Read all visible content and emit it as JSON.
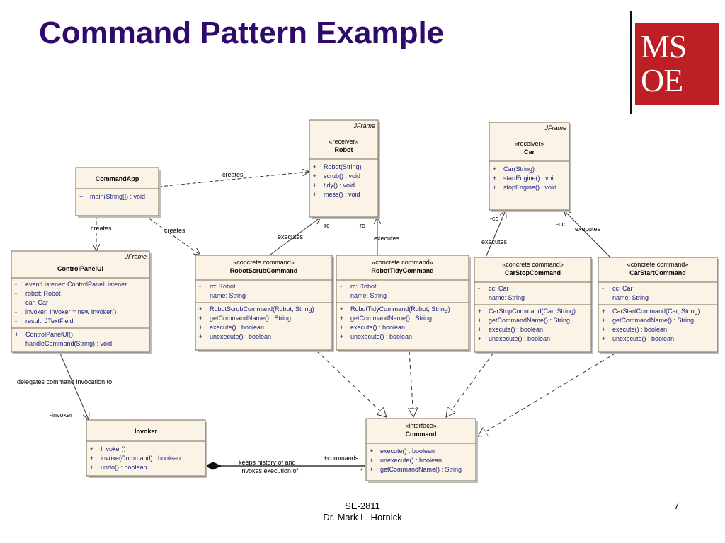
{
  "title": "Command Pattern Example",
  "logo": {
    "line1": "MS",
    "line2": "OE",
    "color": "#bd1f24"
  },
  "colors": {
    "title": "#2e0a6b",
    "box_fill": "#faf3e6",
    "box_border": "#7a6a55",
    "member_text": "#1a237e"
  },
  "classes": [
    {
      "key": "robot",
      "stereotype": "JFrame",
      "label": "«receiver»",
      "name": "Robot",
      "fields": [],
      "methods": [
        {
          "vis": "+",
          "text": "Robot(String)"
        },
        {
          "vis": "+",
          "text": "scrub() : void"
        },
        {
          "vis": "+",
          "text": "tidy() : void"
        },
        {
          "vis": "+",
          "text": "mess() : void"
        }
      ]
    },
    {
      "key": "car",
      "stereotype": "JFrame",
      "label": "«receiver»",
      "name": "Car",
      "fields": [],
      "methods": [
        {
          "vis": "+",
          "text": "Car(String)"
        },
        {
          "vis": "+",
          "text": "startEngine() : void"
        },
        {
          "vis": "+",
          "text": "stopEngine() : void"
        }
      ]
    },
    {
      "key": "commandapp",
      "stereotype": "",
      "label": "",
      "name": "CommandApp",
      "fields": [],
      "methods": [
        {
          "vis": "+",
          "text": "main(String[]) : void"
        }
      ]
    },
    {
      "key": "controlpanel",
      "stereotype": "JFrame",
      "label": "",
      "name": "ControlPanelUI",
      "fields": [
        {
          "vis": "-",
          "text": "eventListener:  ControlPanelListener"
        },
        {
          "vis": "-",
          "text": "robot:  Robot"
        },
        {
          "vis": "-",
          "text": "car:  Car"
        },
        {
          "vis": "-",
          "text": "invoker:  Invoker = new Invoker()"
        },
        {
          "vis": "-",
          "text": "result:  JTextField"
        }
      ],
      "methods": [
        {
          "vis": "+",
          "text": "ControlPanelUI()"
        },
        {
          "vis": "-",
          "text": "handleCommand(String) : void"
        }
      ]
    },
    {
      "key": "robotscrub",
      "stereotype": "",
      "label": "«concrete command»",
      "name": "RobotScrubCommand",
      "fields": [
        {
          "vis": "-",
          "text": "rc:  Robot"
        },
        {
          "vis": "-",
          "text": "name:  String"
        }
      ],
      "methods": [
        {
          "vis": "+",
          "text": "RobotScrubCommand(Robot, String)"
        },
        {
          "vis": "+",
          "text": "getCommandName() : String"
        },
        {
          "vis": "+",
          "text": "execute() : boolean"
        },
        {
          "vis": "+",
          "text": "unexecute() : boolean"
        }
      ]
    },
    {
      "key": "robottidy",
      "stereotype": "",
      "label": "«concrete command»",
      "name": "RobotTidyCommand",
      "fields": [
        {
          "vis": "-",
          "text": "rc:  Robot"
        },
        {
          "vis": "-",
          "text": "name:  String"
        }
      ],
      "methods": [
        {
          "vis": "+",
          "text": "RobotTidyCommand(Robot, String)"
        },
        {
          "vis": "+",
          "text": "getCommandName() : String"
        },
        {
          "vis": "+",
          "text": "execute() : boolean"
        },
        {
          "vis": "+",
          "text": "unexecute() : boolean"
        }
      ]
    },
    {
      "key": "carstop",
      "stereotype": "",
      "label": "«concrete command»",
      "name": "CarStopCommand",
      "fields": [
        {
          "vis": "-",
          "text": "cc:  Car"
        },
        {
          "vis": "-",
          "text": "name:  String"
        }
      ],
      "methods": [
        {
          "vis": "+",
          "text": "CarStopCommand(Car, String)"
        },
        {
          "vis": "+",
          "text": "getCommandName() : String"
        },
        {
          "vis": "+",
          "text": "execute() : boolean"
        },
        {
          "vis": "+",
          "text": "unexecute() : boolean"
        }
      ]
    },
    {
      "key": "carstart",
      "stereotype": "",
      "label": "«concrete command»",
      "name": "CarStartCommand",
      "fields": [
        {
          "vis": "-",
          "text": "cc:  Car"
        },
        {
          "vis": "-",
          "text": "name:  String"
        }
      ],
      "methods": [
        {
          "vis": "+",
          "text": "CarStartCommand(Car, String)"
        },
        {
          "vis": "+",
          "text": "getCommandName() : String"
        },
        {
          "vis": "+",
          "text": "execute() : boolean"
        },
        {
          "vis": "+",
          "text": "unexecute() : boolean"
        }
      ]
    },
    {
      "key": "invoker",
      "stereotype": "",
      "label": "",
      "name": "Invoker",
      "fields": [],
      "methods": [
        {
          "vis": "+",
          "text": "Invoker()"
        },
        {
          "vis": "+",
          "text": "invoke(Command) : boolean"
        },
        {
          "vis": "+",
          "text": "undo() : boolean"
        }
      ]
    },
    {
      "key": "command",
      "stereotype": "",
      "label": "«interface»",
      "name": "Command",
      "fields": [],
      "methods": [
        {
          "vis": "+",
          "text": "execute() : boolean"
        },
        {
          "vis": "+",
          "text": "unexecute() : boolean"
        },
        {
          "vis": "+",
          "text": "getCommandName() : String"
        }
      ]
    }
  ],
  "relationships": [
    {
      "key": "app-robot",
      "type": "dependency",
      "from": "commandapp",
      "to": "robot",
      "label": "creates",
      "role": ""
    },
    {
      "key": "app-panel",
      "type": "dependency",
      "from": "commandapp",
      "to": "controlpanel",
      "label": "creates",
      "role": ""
    },
    {
      "key": "app-scrub",
      "type": "dependency",
      "from": "commandapp",
      "to": "robotscrub",
      "label": "creates",
      "role": ""
    },
    {
      "key": "scrub-robot",
      "type": "association",
      "from": "robotscrub",
      "to": "robot",
      "label": "executes",
      "role": "-rc"
    },
    {
      "key": "tidy-robot",
      "type": "association",
      "from": "robottidy",
      "to": "robot",
      "label": "executes",
      "role": "-rc"
    },
    {
      "key": "stop-car",
      "type": "association",
      "from": "carstop",
      "to": "car",
      "label": "executes",
      "role": "-cc"
    },
    {
      "key": "start-car",
      "type": "association",
      "from": "carstart",
      "to": "car",
      "label": "executes",
      "role": "-cc"
    },
    {
      "key": "panel-invoker",
      "type": "association",
      "from": "controlpanel",
      "to": "invoker",
      "label": "delegates command invocation to",
      "role": "-invoker"
    },
    {
      "key": "invoker-command",
      "type": "aggregation",
      "from": "invoker",
      "to": "command",
      "label": "keeps history of and invokes execution of",
      "role": "+commands",
      "multiplicity": "*"
    },
    {
      "key": "scrub-cmd",
      "type": "realization",
      "from": "robotscrub",
      "to": "command",
      "label": "",
      "role": ""
    },
    {
      "key": "tidy-cmd",
      "type": "realization",
      "from": "robottidy",
      "to": "command",
      "label": "",
      "role": ""
    },
    {
      "key": "stop-cmd",
      "type": "realization",
      "from": "carstop",
      "to": "command",
      "label": "",
      "role": ""
    },
    {
      "key": "start-cmd",
      "type": "realization",
      "from": "carstart",
      "to": "command",
      "label": "",
      "role": ""
    }
  ],
  "footer": {
    "course": "SE-2811",
    "author": "Dr. Mark L. Hornick",
    "page": "7"
  }
}
